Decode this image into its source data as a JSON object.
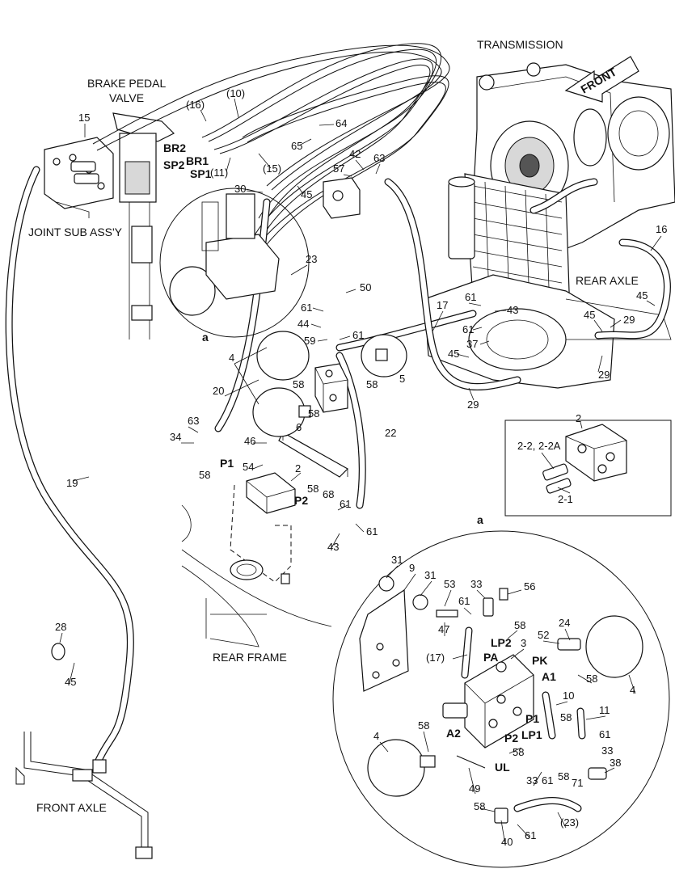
{
  "captions": {
    "transmission": "TRANSMISSION",
    "front": "FRONT",
    "brake_pedal_valve_line1": "BRAKE PEDAL",
    "brake_pedal_valve_line2": "VALVE",
    "joint_sub_assy": "JOINT SUB ASS'Y",
    "rear_axle": "REAR AXLE",
    "rear_frame": "REAR FRAME",
    "front_axle": "FRONT AXLE",
    "detail_marker": "a"
  },
  "port_labels": {
    "br2": "BR2",
    "br1": "BR1",
    "sp2": "SP2",
    "sp1": "SP1",
    "p1": "P1",
    "p2": "P2",
    "pa": "PA",
    "lp2": "LP2",
    "pk": "PK",
    "a1": "A1",
    "a2": "A2",
    "p1d": "P1",
    "p2d": "P2",
    "lp1": "LP1",
    "ul": "UL"
  },
  "inset_2": {
    "title": "2",
    "label_a": "2-2, 2-2A",
    "label_b": "2-1"
  },
  "callouts": {
    "c15": "15",
    "c16p": "(16)",
    "c10p": "(10)",
    "c64": "64",
    "c65": "65",
    "c11p": "(11)",
    "c15p": "(15)",
    "c42": "42",
    "c63a": "63",
    "c57": "57",
    "c30": "30",
    "c45a": "45",
    "c16": "16",
    "c23": "23",
    "c50": "50",
    "c61a": "61",
    "c44": "44",
    "c59": "59",
    "c61b": "61",
    "c17": "17",
    "c61c": "61",
    "c43a": "43",
    "c61d": "61",
    "c37": "37",
    "c45b": "45",
    "c45c": "45",
    "c45d": "45",
    "c29a": "29",
    "c29b": "29",
    "c29c": "29",
    "c4a": "4",
    "c58a": "58",
    "c58b": "58",
    "c5": "5",
    "c20": "20",
    "c58c": "58",
    "c6": "6",
    "c22": "22",
    "c63b": "63",
    "c34": "34",
    "c46": "46",
    "c54": "54",
    "c2": "2",
    "c58d": "58",
    "c68": "68",
    "c61e": "61",
    "c61f": "61",
    "c43b": "43",
    "c19": "19",
    "c28": "28",
    "c45e": "45",
    "c31a": "31",
    "c9": "9",
    "c31b": "31",
    "c53": "53",
    "c33a": "33",
    "c56": "56",
    "c61g": "61",
    "c47": "47",
    "c58e": "58",
    "c17p": "(17)",
    "c3": "3",
    "c52": "52",
    "c24": "24",
    "c58f": "58",
    "c4b": "4",
    "c10": "10",
    "c58g": "58",
    "c11": "11",
    "c61h": "61",
    "c33b": "33",
    "c4c": "4",
    "c58h": "58",
    "c58i": "58",
    "c38": "38",
    "c49": "49",
    "c33c": "33",
    "c61i": "61",
    "c58j": "58",
    "c71": "71",
    "c58k": "58",
    "c23p": "(23)",
    "c40": "40",
    "c61j": "61"
  }
}
